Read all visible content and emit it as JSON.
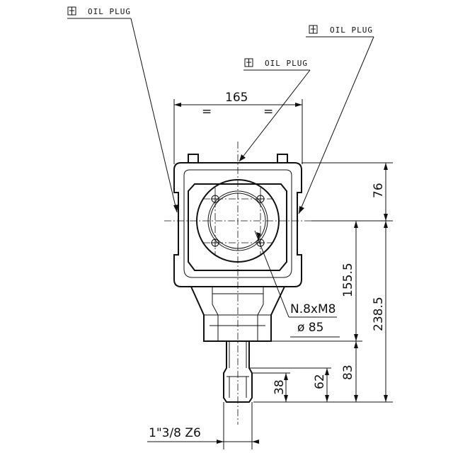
{
  "labels": {
    "oil_plug_top_left": "OIL PLUG",
    "oil_plug_top_right": "OIL PLUG",
    "oil_plug_center": "OIL PLUG",
    "bolt_spec": "N.8xM8",
    "bolt_circle": "ø 85",
    "shaft_spec": "1\"3/8  Z6"
  },
  "dimensions": {
    "width_top": "165",
    "equal_left": "=",
    "equal_right": "=",
    "upper_height": "76",
    "center_to_bottom": "155.5",
    "total_height": "238.5",
    "lower_83": "83",
    "lower_62": "62",
    "lower_38": "38"
  },
  "icons": {
    "oil_plug_symbol": "oil-plug-icon"
  }
}
